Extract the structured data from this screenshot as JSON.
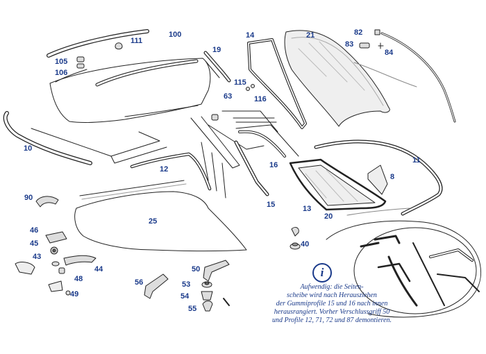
{
  "parts": {
    "p100": "100",
    "p111": "111",
    "p105": "105",
    "p106": "106",
    "p19": "19",
    "p14": "14",
    "p21": "21",
    "p82": "82",
    "p83": "83",
    "p84": "84",
    "p115": "115",
    "p116": "116",
    "p63": "63",
    "p10": "10",
    "p12": "12",
    "p16": "16",
    "p15": "15",
    "p11": "11",
    "p8": "8",
    "p13": "13",
    "p20": "20",
    "p90": "90",
    "p25": "25",
    "p46": "46",
    "p45": "45",
    "p43": "43",
    "p44": "44",
    "p48": "48",
    "p49": "49",
    "p56": "56",
    "p50": "50",
    "p53": "53",
    "p54": "54",
    "p55": "55",
    "p40": "40"
  },
  "note": {
    "line1": "Aufwendig: die Seiten-",
    "line2": "scheibe wird nach Herausziehen",
    "line3": "der Gummiprofile 15 und 16 nach innen",
    "line4": "herausrangiert. Vorher Verschlussgriff 50",
    "line5": "und Profile 12, 71, 72 und 87 demontieren."
  },
  "icons": {
    "info": "info-icon"
  },
  "colors": {
    "label": "#1a3a8a",
    "line": "#222222",
    "glass": "#e6e6e6"
  }
}
